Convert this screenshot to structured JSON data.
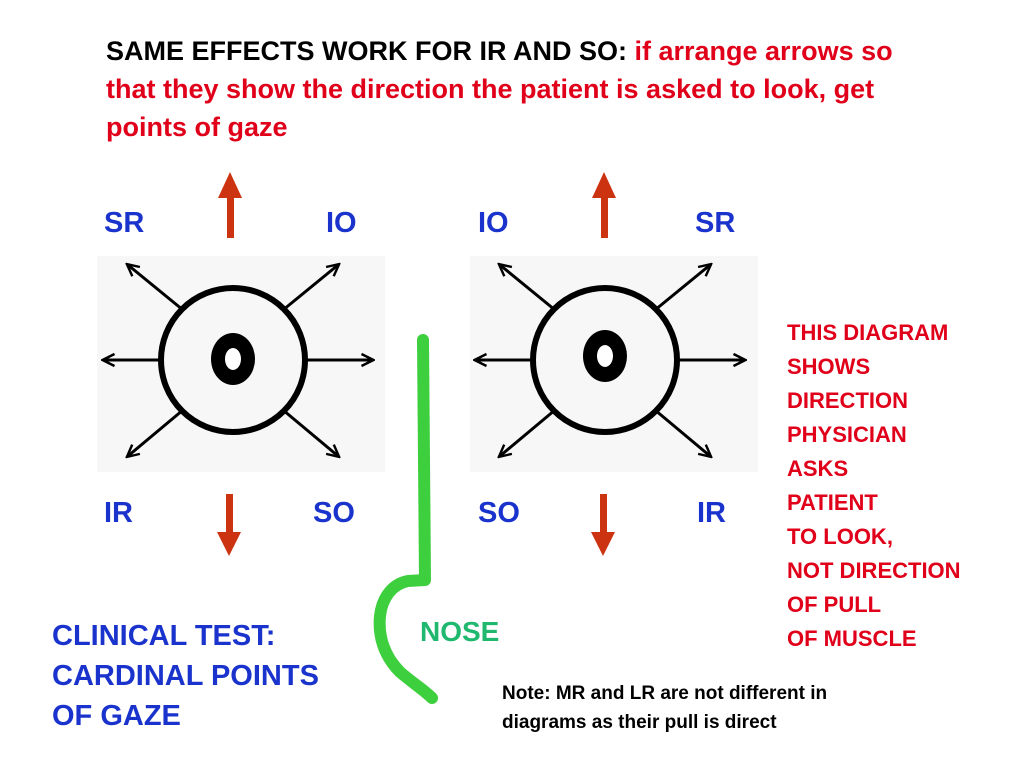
{
  "title": {
    "black": "SAME EFFECTS WORK FOR IR AND SO: ",
    "red": "if arrange arrows so that they show the direction the patient is asked to look, get points of gaze"
  },
  "left_diagram": {
    "top_left": "SR",
    "top_right": "IO",
    "bottom_left": "IR",
    "bottom_right": "SO"
  },
  "right_diagram": {
    "top_left": "IO",
    "top_right": "SR",
    "bottom_left": "SO",
    "bottom_right": "IR"
  },
  "side_note": {
    "lines": [
      "THIS DIAGRAM",
      "SHOWS",
      "DIRECTION",
      "PHYSICIAN",
      "ASKS",
      "PATIENT",
      "TO LOOK,",
      "NOT DIRECTION",
      "OF PULL",
      "OF MUSCLE"
    ]
  },
  "clinical": {
    "lines": [
      "CLINICAL TEST:",
      "CARDINAL POINTS",
      "OF GAZE"
    ]
  },
  "nose_label": "NOSE",
  "footnote": {
    "lines": [
      "Note: MR and LR are not different in",
      "diagrams  as their pull is direct"
    ]
  },
  "colors": {
    "title_red": "#e0001a",
    "label_blue": "#1a33cc",
    "arrow_red": "#cc3311",
    "nose_green": "#3ecf3e",
    "nose_text": "#1fb86e"
  },
  "icons": [
    "eye-diagram-icon",
    "up-arrow-icon",
    "down-arrow-icon",
    "nose-line-icon"
  ]
}
